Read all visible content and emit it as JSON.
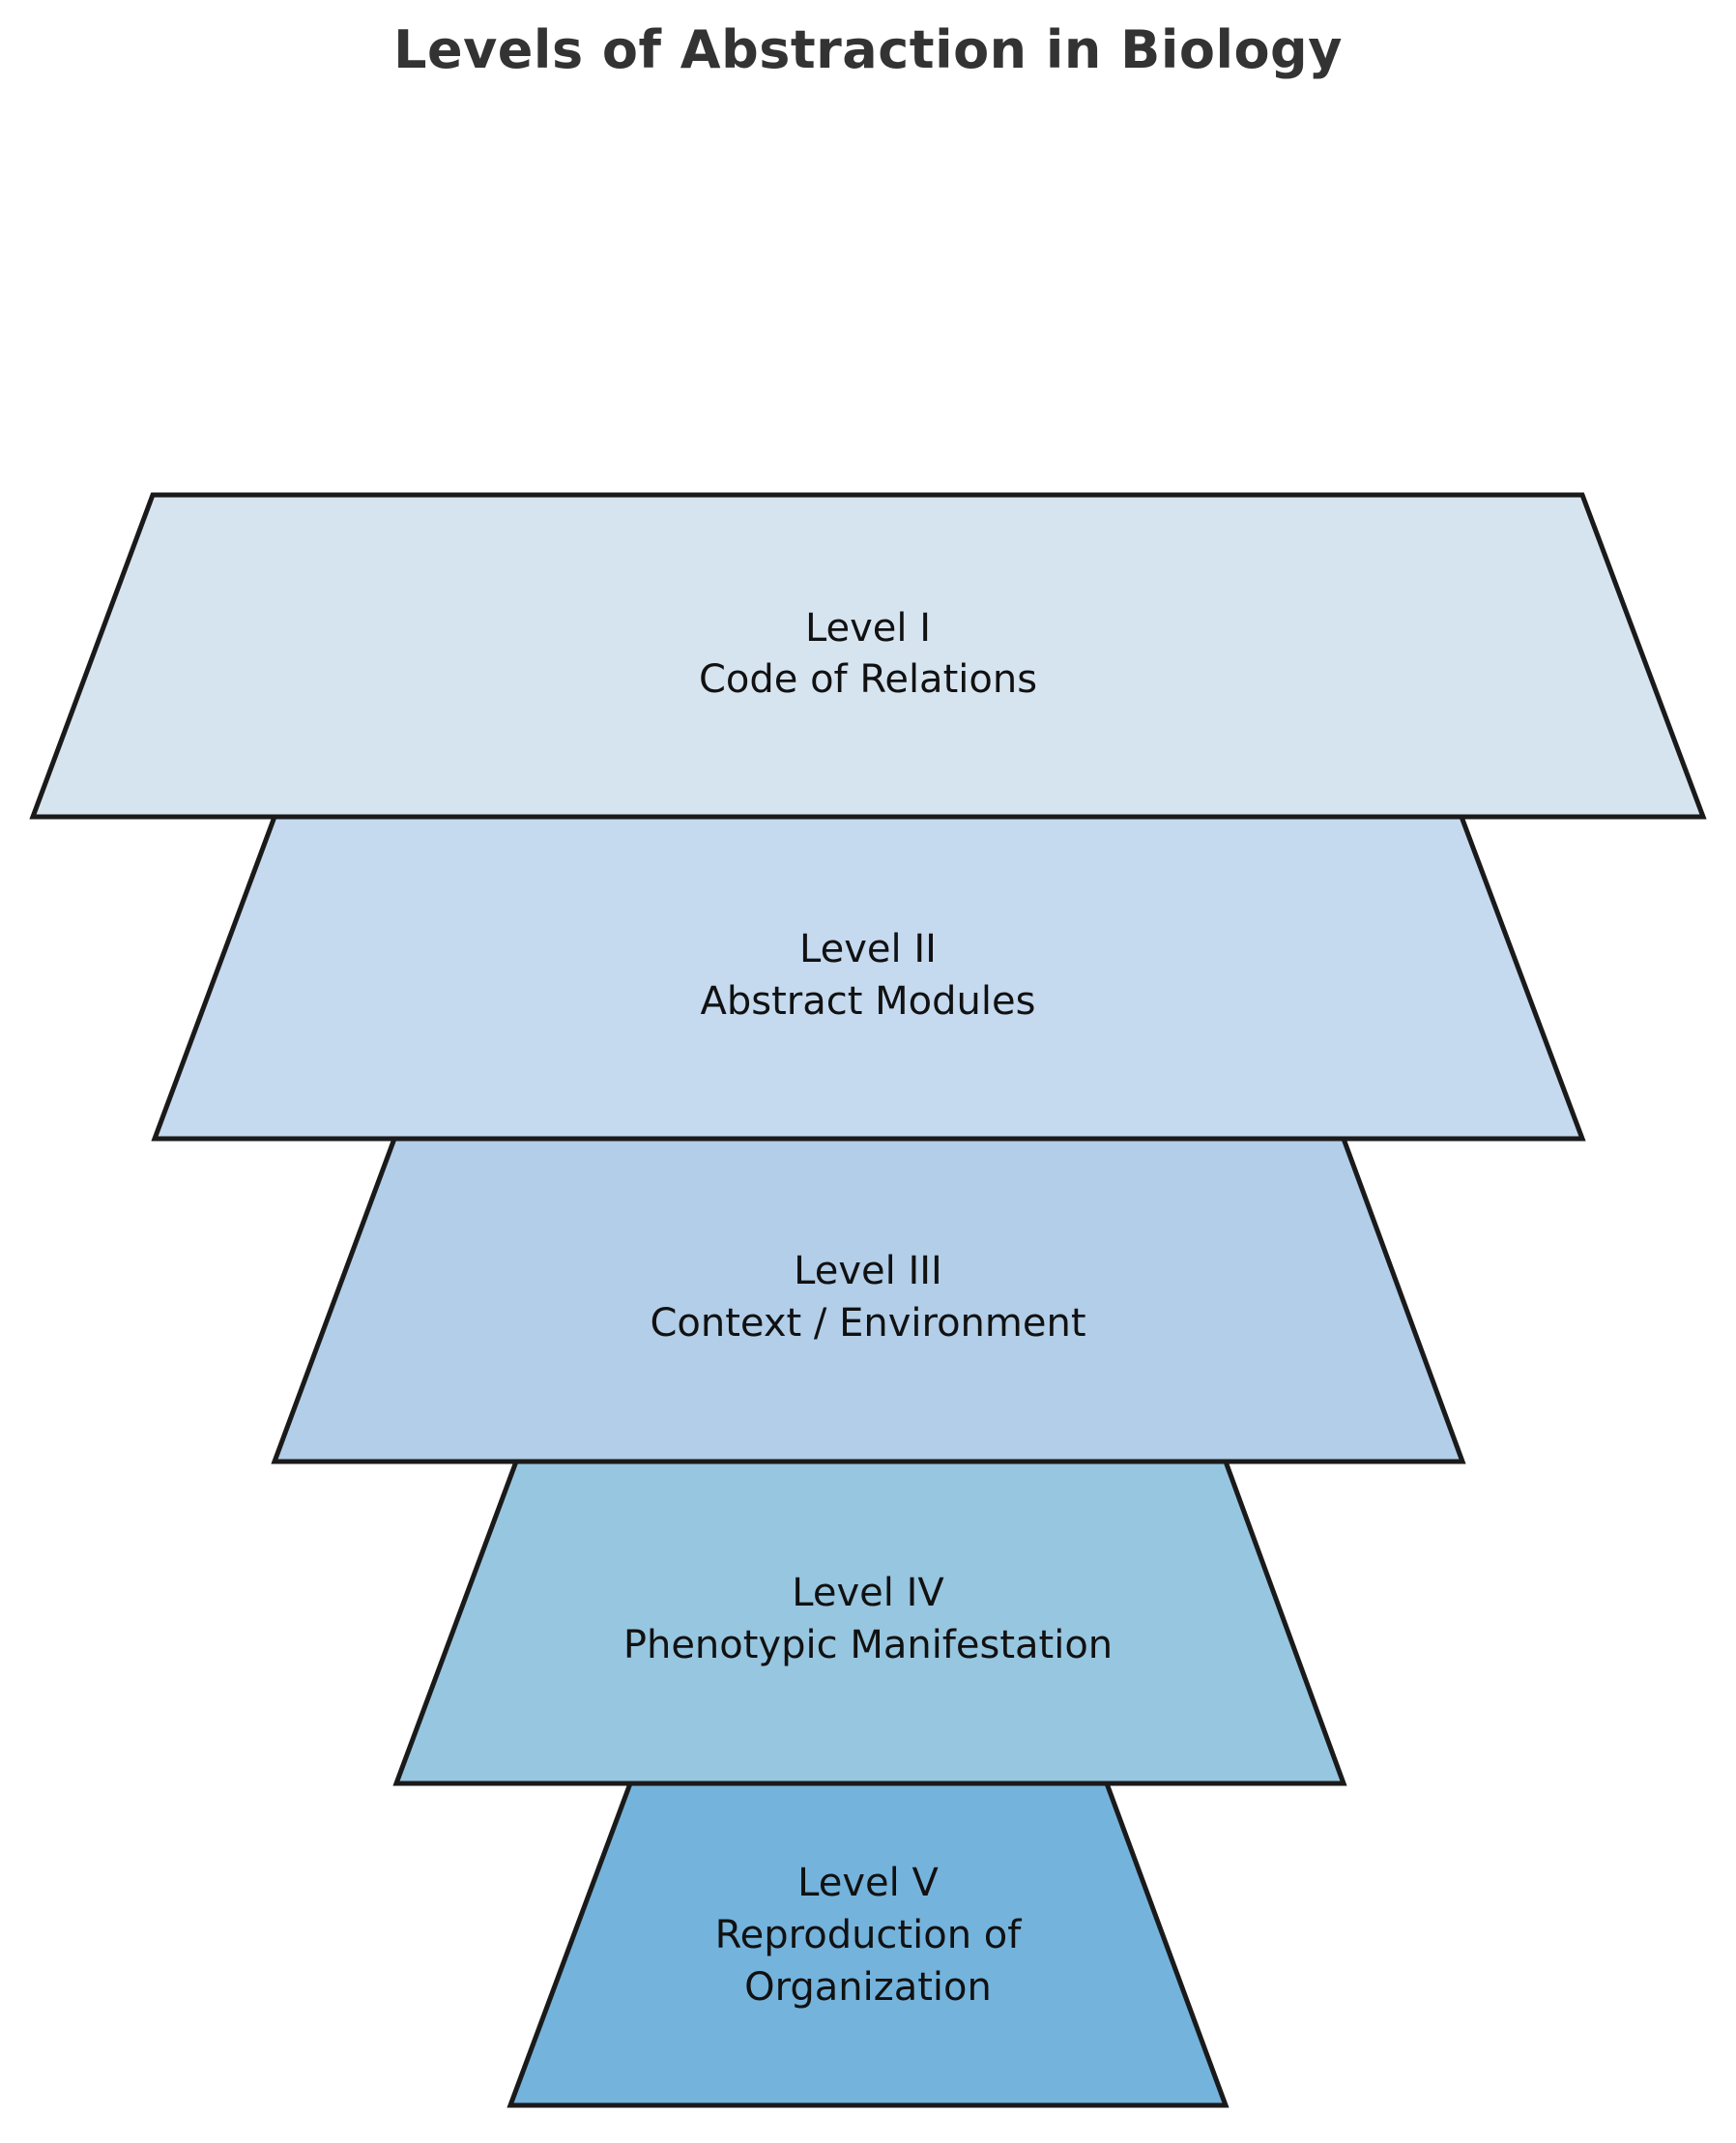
{
  "title": "Levels of Abstraction in Biology",
  "background_color": "#ffffff",
  "title_color": "#333333",
  "edge_color": "#1a1a1a",
  "label_color": "#111111",
  "chart_data": {
    "type": "funnel",
    "title": "Levels of Abstraction in Biology",
    "xlabel": "",
    "ylabel": "",
    "orientation": "vertical-descending",
    "legend": "none",
    "grid": false,
    "levels": [
      {
        "index": 1,
        "roman": "I",
        "level_label": "Level I",
        "name": "Code of Relations",
        "lines": [
          "Level I",
          "Code of Relations"
        ],
        "fill": "#d6e4f0",
        "top_width": 1480,
        "bottom_width": 1728
      },
      {
        "index": 2,
        "roman": "II",
        "level_label": "Level II",
        "name": "Abstract Modules",
        "lines": [
          "Level II",
          "Abstract Modules"
        ],
        "fill": "#c5d9ef",
        "top_width": 1232,
        "bottom_width": 1480
      },
      {
        "index": 3,
        "roman": "III",
        "level_label": "Level III",
        "name": "Context / Environment",
        "lines": [
          "Level III",
          "Context / Environment"
        ],
        "fill": "#b2cee8",
        "top_width": 986,
        "bottom_width": 1232
      },
      {
        "index": 4,
        "roman": "IV",
        "level_label": "Level IV",
        "name": "Phenotypic Manifestation",
        "lines": [
          "Level IV",
          "Phenotypic Manifestation"
        ],
        "fill": "#97c6e0",
        "top_width": 740,
        "bottom_width": 986
      },
      {
        "index": 5,
        "roman": "V",
        "level_label": "Level V",
        "name": "Reproduction of Organization",
        "lines": [
          "Level V",
          "Reproduction of",
          "Organization"
        ],
        "fill": "#74b3dc",
        "top_width": 494,
        "bottom_width": 740
      }
    ]
  }
}
